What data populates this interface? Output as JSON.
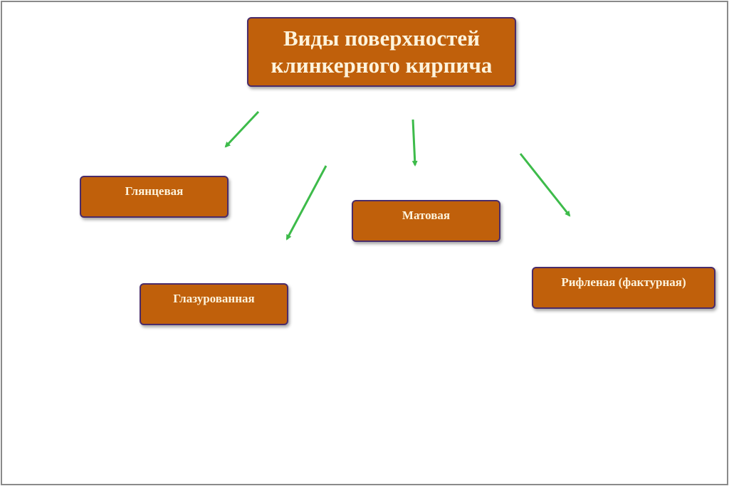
{
  "title": "Виды поверхностей клинкерного кирпича",
  "items": [
    {
      "label": "Глянцевая"
    },
    {
      "label": "Глазурованная"
    },
    {
      "label": "Матовая"
    },
    {
      "label": "Рифленая (фактурная)"
    }
  ],
  "colors": {
    "box": "#c0600b",
    "border": "#4a2c6a",
    "text": "#fdf3dc",
    "arrow": "#3dbb4a"
  }
}
